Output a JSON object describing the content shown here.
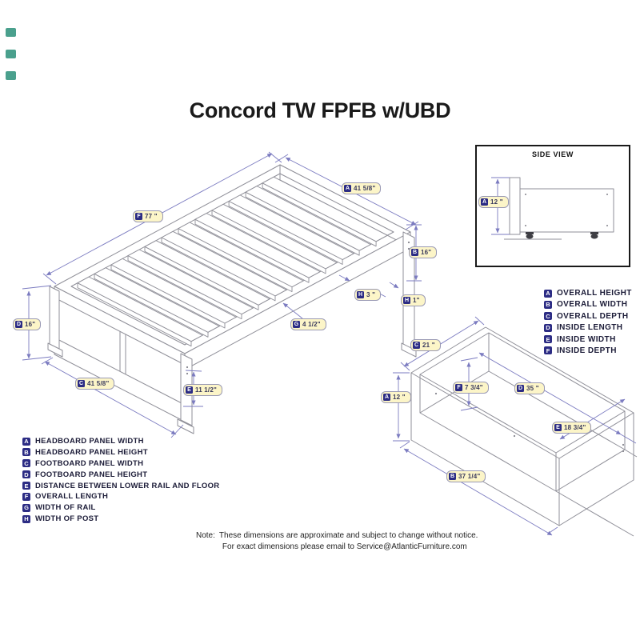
{
  "title": "Concord TW FPFB w/UBD",
  "colors": {
    "swatch": "#4aa08d",
    "badge_navy": "#2c2c84",
    "tag_fill": "#fcf5c8",
    "tag_border": "#9a9ab5",
    "dim_line": "#7b7bc0",
    "drawing_line": "#8f8f98"
  },
  "bed": {
    "dims": {
      "f": {
        "letter": "F",
        "value": "77 \""
      },
      "a": {
        "letter": "A",
        "value": "41 5/8\""
      },
      "b": {
        "letter": "B",
        "value": "16\""
      },
      "h_post": {
        "letter": "H",
        "value": "3 \""
      },
      "h_rail": {
        "letter": "H",
        "value": "1\""
      },
      "g": {
        "letter": "G",
        "value": "4 1/2\""
      },
      "d": {
        "letter": "D",
        "value": "16\""
      },
      "c": {
        "letter": "C",
        "value": "41 5/8\""
      },
      "e": {
        "letter": "E",
        "value": "11 1/2\""
      }
    }
  },
  "side_view": {
    "title": "SIDE VIEW",
    "dim": {
      "letter": "A",
      "value": "12 \""
    }
  },
  "drawer": {
    "dims": {
      "c": {
        "letter": "C",
        "value": "21 \""
      },
      "a": {
        "letter": "A",
        "value": "12 \""
      },
      "f": {
        "letter": "F",
        "value": "7 3/4\""
      },
      "d": {
        "letter": "D",
        "value": "35 \""
      },
      "e": {
        "letter": "E",
        "value": "18 3/4\""
      },
      "b": {
        "letter": "B",
        "value": "37 1/4\""
      }
    }
  },
  "legend_bed": {
    "items": [
      {
        "letter": "A",
        "label": "HEADBOARD PANEL WIDTH"
      },
      {
        "letter": "B",
        "label": "HEADBOARD PANEL HEIGHT"
      },
      {
        "letter": "C",
        "label": "FOOTBOARD PANEL WIDTH"
      },
      {
        "letter": "D",
        "label": "FOOTBOARD PANEL HEIGHT"
      },
      {
        "letter": "E",
        "label": "DISTANCE BETWEEN LOWER RAIL AND FLOOR"
      },
      {
        "letter": "F",
        "label": "OVERALL LENGTH"
      },
      {
        "letter": "G",
        "label": "WIDTH OF RAIL"
      },
      {
        "letter": "H",
        "label": "WIDTH OF POST"
      }
    ]
  },
  "legend_drawer": {
    "items": [
      {
        "letter": "A",
        "label": "OVERALL HEIGHT"
      },
      {
        "letter": "B",
        "label": "OVERALL WIDTH"
      },
      {
        "letter": "C",
        "label": "OVERALL DEPTH"
      },
      {
        "letter": "D",
        "label": "INSIDE LENGTH"
      },
      {
        "letter": "E",
        "label": "INSIDE WIDTH"
      },
      {
        "letter": "F",
        "label": "INSIDE DEPTH"
      }
    ]
  },
  "note": {
    "prefix": "Note:",
    "line1": "These dimensions are approximate and subject to change without notice.",
    "line2": "For exact dimensions please email to Service@AtlanticFurniture.com"
  }
}
